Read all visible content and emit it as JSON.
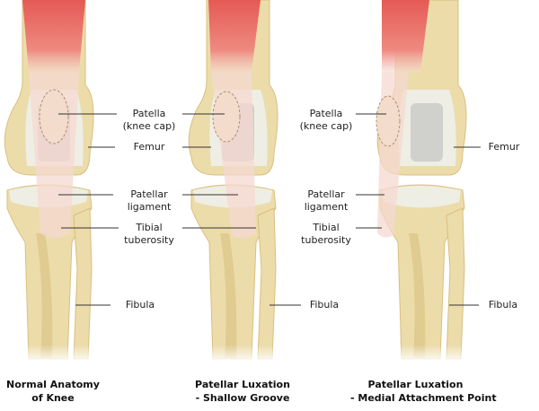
{
  "labels": {
    "patella_line1": "Patella",
    "patella_line2": "(knee cap)",
    "femur": "Femur",
    "ligament_line1": "Patellar",
    "ligament_line2": "ligament",
    "tuberosity_line1": "Tibial",
    "tuberosity_line2": "tuberosity",
    "fibula": "Fibula"
  },
  "panels": [
    {
      "caption_line1": "Normal Anatomy",
      "caption_line2": "of Knee"
    },
    {
      "caption_line1": "Patellar Luxation",
      "caption_line2": "- Shallow Groove"
    },
    {
      "caption_line1": "Patellar Luxation",
      "caption_line2": "- Medial Attachment Point"
    }
  ],
  "colors": {
    "bone": "#ecdcaa",
    "bone_dark": "#d9bf7f",
    "cartilage": "#eeeee4",
    "muscle": "#e8605a",
    "ligament": "#f6d8d0"
  }
}
